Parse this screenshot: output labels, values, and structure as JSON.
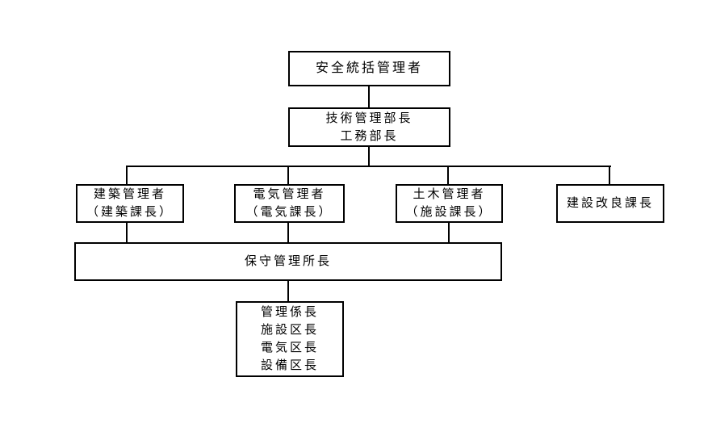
{
  "diagram": {
    "type": "org-chart",
    "colors": {
      "background": "#ffffff",
      "box_border": "#000000",
      "text": "#000000",
      "connector": "#000000"
    },
    "nodes": {
      "safety_general_manager": {
        "lines": [
          "安全統括管理者"
        ]
      },
      "technical_dept_head": {
        "lines": [
          "技術管理部長",
          "工務部長"
        ]
      },
      "building_manager": {
        "lines": [
          "建築管理者",
          "（建築課長）"
        ]
      },
      "electrical_manager": {
        "lines": [
          "電気管理者",
          "（電気課長）"
        ]
      },
      "civil_manager": {
        "lines": [
          "土木管理者",
          "（施設課長）"
        ]
      },
      "construction_improvement_chief": {
        "lines": [
          "建設改良課長"
        ]
      },
      "maintenance_office_head": {
        "lines": [
          "保守管理所長"
        ]
      },
      "district_chiefs": {
        "lines": [
          "管理係長",
          "施設区長",
          "電気区長",
          "設備区長"
        ]
      }
    },
    "edges": [
      {
        "from": "safety_general_manager",
        "to": "technical_dept_head"
      },
      {
        "from": "technical_dept_head",
        "to": "building_manager"
      },
      {
        "from": "technical_dept_head",
        "to": "electrical_manager"
      },
      {
        "from": "technical_dept_head",
        "to": "civil_manager"
      },
      {
        "from": "technical_dept_head",
        "to": "construction_improvement_chief"
      },
      {
        "from": "building_manager",
        "to": "maintenance_office_head"
      },
      {
        "from": "electrical_manager",
        "to": "maintenance_office_head"
      },
      {
        "from": "civil_manager",
        "to": "maintenance_office_head"
      },
      {
        "from": "maintenance_office_head",
        "to": "district_chiefs"
      }
    ]
  }
}
